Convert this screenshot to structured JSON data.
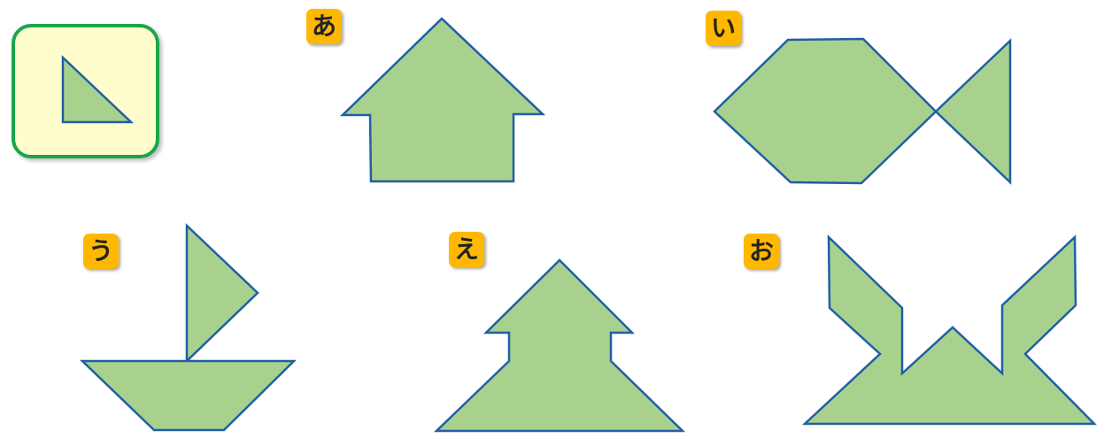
{
  "colors": {
    "piece_fill": "#a9d18e",
    "piece_stroke": "#1f5fa6",
    "card_background": "#fffdcc",
    "card_border": "#19a64a",
    "badge_background": "#ffb800"
  },
  "reference_piece": {
    "icon": "right-triangle-icon"
  },
  "figures": [
    {
      "label": "あ",
      "depicts": "house"
    },
    {
      "label": "い",
      "depicts": "fish"
    },
    {
      "label": "う",
      "depicts": "sailboat"
    },
    {
      "label": "え",
      "depicts": "tree"
    },
    {
      "label": "お",
      "depicts": "crab"
    }
  ]
}
